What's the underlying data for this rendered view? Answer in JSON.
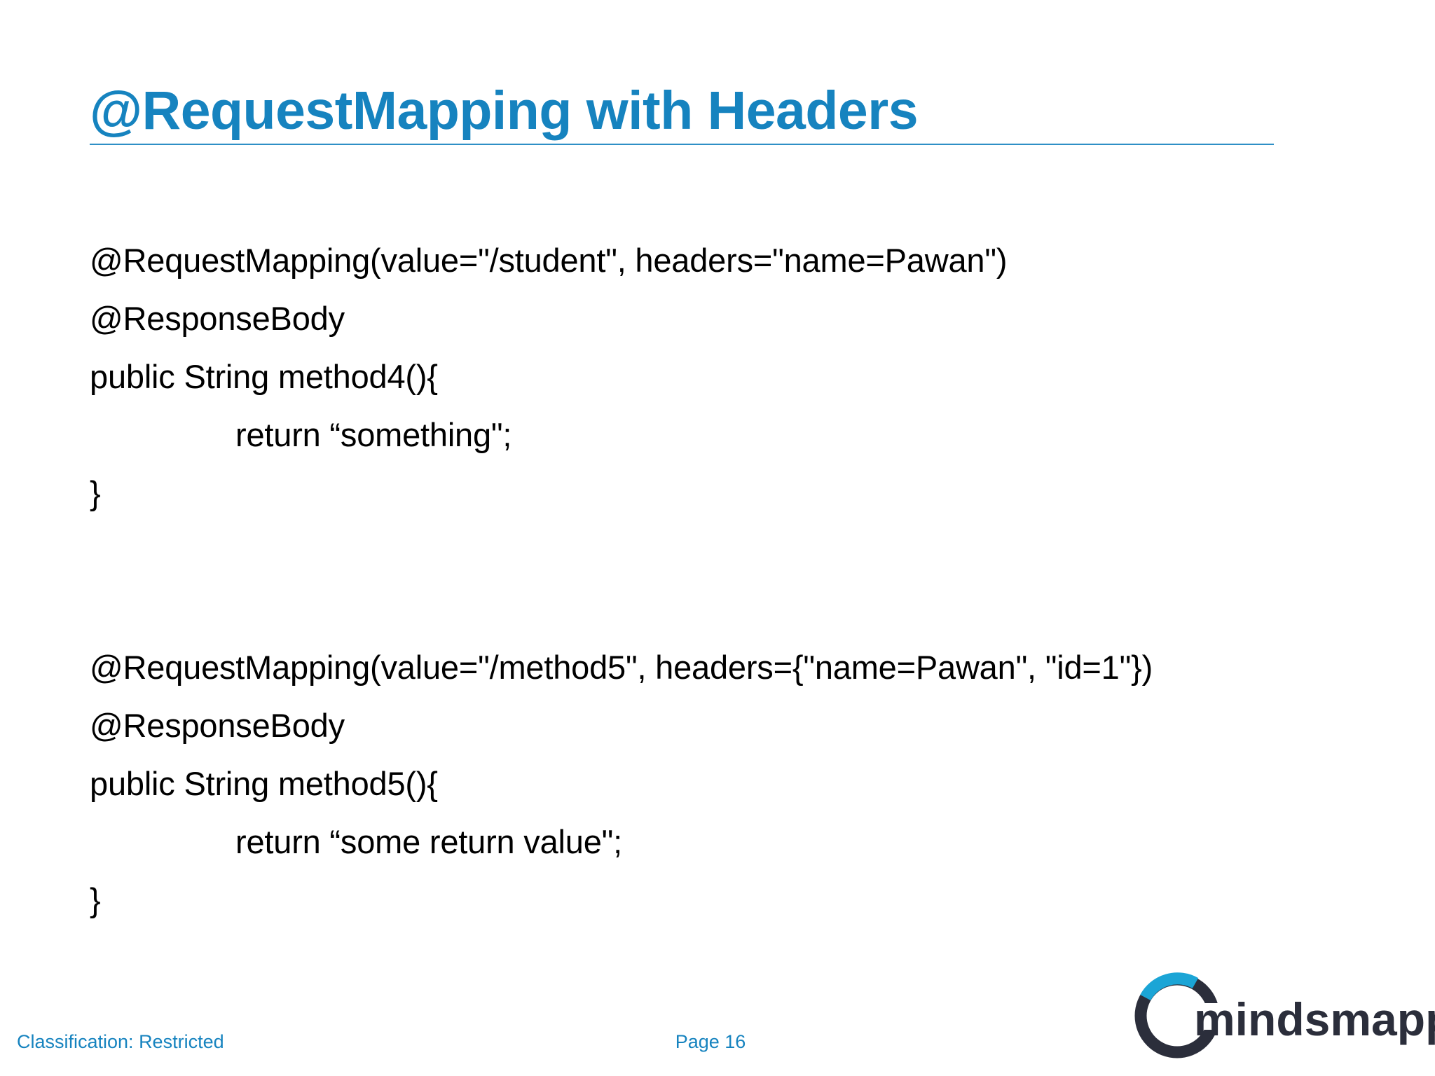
{
  "slide": {
    "title": "@RequestMapping with Headers",
    "accent_color": "#1683BF",
    "rule_color": "#2E8FC6"
  },
  "code_blocks": [
    {
      "name": "method4-example",
      "lines": [
        {
          "text": "@RequestMapping(value=\"/student\", headers=\"name=Pawan\")",
          "indent": false
        },
        {
          "text": "@ResponseBody",
          "indent": false
        },
        {
          "text": "public String method4(){",
          "indent": false
        },
        {
          "text": "return “something\";",
          "indent": true
        },
        {
          "text": "}",
          "indent": false
        }
      ]
    },
    {
      "name": "method5-example",
      "lines": [
        {
          "text": "@RequestMapping(value=\"/method5\", headers={\"name=Pawan\", \"id=1\"})",
          "indent": false
        },
        {
          "text": "@ResponseBody",
          "indent": false
        },
        {
          "text": "public String method5(){",
          "indent": false
        },
        {
          "text": "return “some return value\";",
          "indent": true
        },
        {
          "text": "}",
          "indent": false
        }
      ]
    }
  ],
  "footer": {
    "classification": "Classification:  Restricted",
    "page_label": "Page 16"
  },
  "logo": {
    "wordmark": "mindsmapped",
    "ring_color": "#2B2E3B",
    "arc_color": "#1BA5D6"
  }
}
